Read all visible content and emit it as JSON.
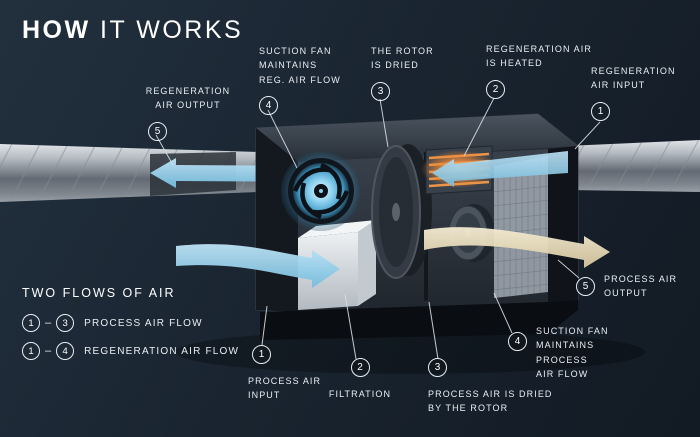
{
  "title": {
    "strong": "HOW",
    "light": " IT WORKS"
  },
  "colors": {
    "background": "#1a2531",
    "text": "#e9eef3",
    "process_air_blue": "#9fd6ef",
    "dried_air_cream": "#e9ddb6",
    "heater_orange": "#f0913e",
    "badge_outline": "#e9eef3"
  },
  "callouts": [
    {
      "number": "5",
      "label": "REGENERATION\nAIR OUTPUT"
    },
    {
      "number": "4",
      "label": "SUCTION FAN\nMAINTAINS\nREG. AIR FLOW"
    },
    {
      "number": "3",
      "label": "THE ROTOR\nIS DRIED"
    },
    {
      "number": "2",
      "label": "REGENERATION AIR\nIS HEATED"
    },
    {
      "number": "1",
      "label": "REGENERATION\nAIR INPUT"
    },
    {
      "number": "5",
      "label": "PROCESS AIR\nOUTPUT"
    },
    {
      "number": "4",
      "label": "SUCTION FAN\nMAINTAINS PROCESS\nAIR FLOW"
    },
    {
      "number": "3",
      "label": "PROCESS AIR IS DRIED\nBY THE ROTOR"
    },
    {
      "number": "2",
      "label": "FILTRATION"
    },
    {
      "number": "1",
      "label": "PROCESS AIR\nINPUT"
    }
  ],
  "legend": {
    "title": "TWO FLOWS OF AIR",
    "rows": [
      {
        "from": "1",
        "separator": "–",
        "to": "3",
        "label": "PROCESS AIR FLOW"
      },
      {
        "from": "1",
        "separator": "–",
        "to": "4",
        "label": "REGENERATION AIR FLOW"
      }
    ]
  },
  "illustration": {
    "machine": "dehumidifier-cutaway",
    "left_duct": "regeneration-air-output-duct",
    "right_duct": "regeneration-air-input-duct"
  }
}
